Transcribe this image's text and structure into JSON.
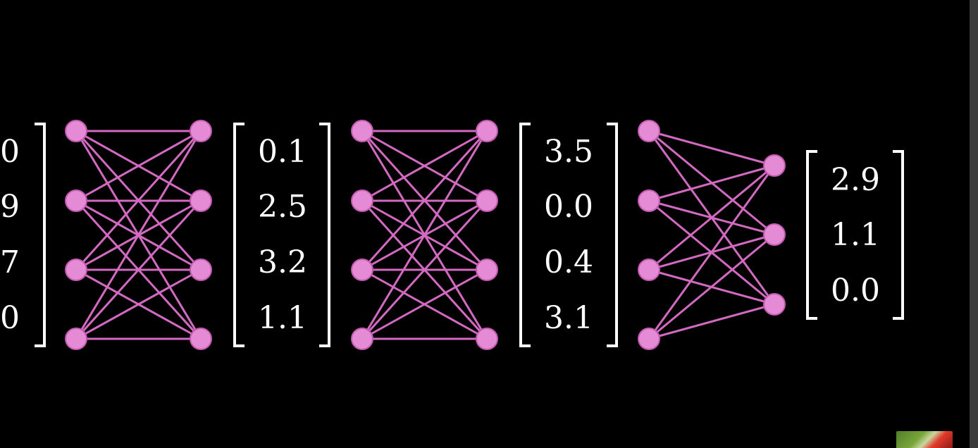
{
  "colors": {
    "background": "#000000",
    "node_fill": "#e58ad4",
    "node_stroke": "#c25ab0",
    "edge": "#d36ac2",
    "bracket": "#ffffff",
    "text": "#ffffff"
  },
  "vectors": [
    {
      "id": "input",
      "values": [
        "0",
        "9",
        "7",
        "0"
      ]
    },
    {
      "id": "hidden1",
      "values": [
        "0.1",
        "2.5",
        "3.2",
        "1.1"
      ]
    },
    {
      "id": "hidden2",
      "values": [
        "3.5",
        "0.0",
        "0.4",
        "3.1"
      ]
    },
    {
      "id": "output",
      "values": [
        "2.9",
        "1.1",
        "0.0"
      ]
    }
  ],
  "layers": [
    {
      "id": "layer1",
      "in_nodes": 4,
      "out_nodes": 4
    },
    {
      "id": "layer2",
      "in_nodes": 4,
      "out_nodes": 4
    },
    {
      "id": "layer3",
      "in_nodes": 4,
      "out_nodes": 3
    }
  ]
}
